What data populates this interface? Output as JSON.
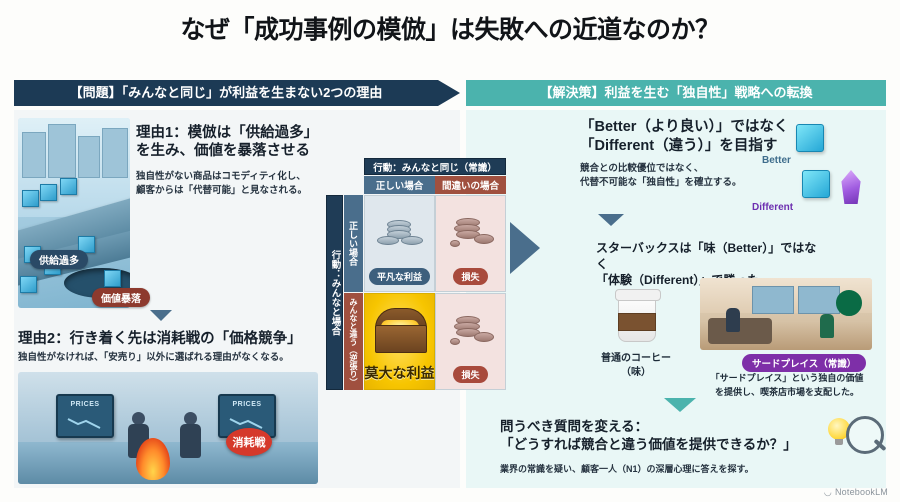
{
  "title": "なぜ「成功事例の模倣」は失敗への近道なのか？",
  "banners": {
    "left": "【問題】「みんなと同じ」が利益を生まない2つの理由",
    "right": "【解決策】利益を生む「独自性」戦略への転換"
  },
  "left_panel": {
    "reason1": {
      "heading": "理由1：模倣は「供給過多」\nを生み、価値を暴落させる",
      "sub": "独自性がない商品はコモディティ化し、\n顧客からは「代替可能」と見なされる。",
      "badge_oversupply": "供給過多",
      "badge_crash": "価値暴落"
    },
    "reason2": {
      "heading": "理由2：行き着く先は消耗戦の「価格競争」",
      "sub": "独自性がなければ、「安売り」以外に選ばれる理由がなくなる。",
      "sign_left": "PRICES",
      "sign_right": "PRICES",
      "badge_war": "消耗戦"
    }
  },
  "matrix": {
    "col_group": "行動：みんなと同じ（常識）",
    "col_headers": [
      "正しい場合",
      "間違いの場合"
    ],
    "row_group": "行動：みんなと場合",
    "row_headers": [
      "正しい場合",
      "みんなと違う（逆張り）"
    ],
    "cells": [
      [
        "平凡な利益",
        "損失"
      ],
      [
        "莫大な利益",
        "損失"
      ]
    ]
  },
  "right_panel": {
    "block1": {
      "heading": "「Better（より良い）」ではなく\n「Different（違う）」を目指す",
      "sub": "競合との比較優位ではなく、\n代替不可能な「独自性」を確立する。",
      "label_better": "Better",
      "label_different": "Different"
    },
    "block2": {
      "heading": "スターバックスは「味（Better）」ではなく\n「体験（Different）」で勝った",
      "caption_left": "普通のコーヒー\n（味）",
      "pill_right": "サードプレイス（常識）",
      "caption_right": "「サードプレイス」という独自の価値\nを提供し、喫茶店市場を支配した。"
    },
    "block3": {
      "heading": "問うべき質問を変える：\n「どうすれば競合と違う価値を提供できるか？」",
      "sub": "業界の常識を疑い、顧客一人（N1）の深層心理に答えを探す。"
    }
  },
  "watermark": "NotebookLM",
  "colors": {
    "navy": "#1f3c56",
    "teal": "#4bb3ad",
    "red": "#a0503f",
    "gold": "#f7c500",
    "purple": "#7e2fa8"
  }
}
